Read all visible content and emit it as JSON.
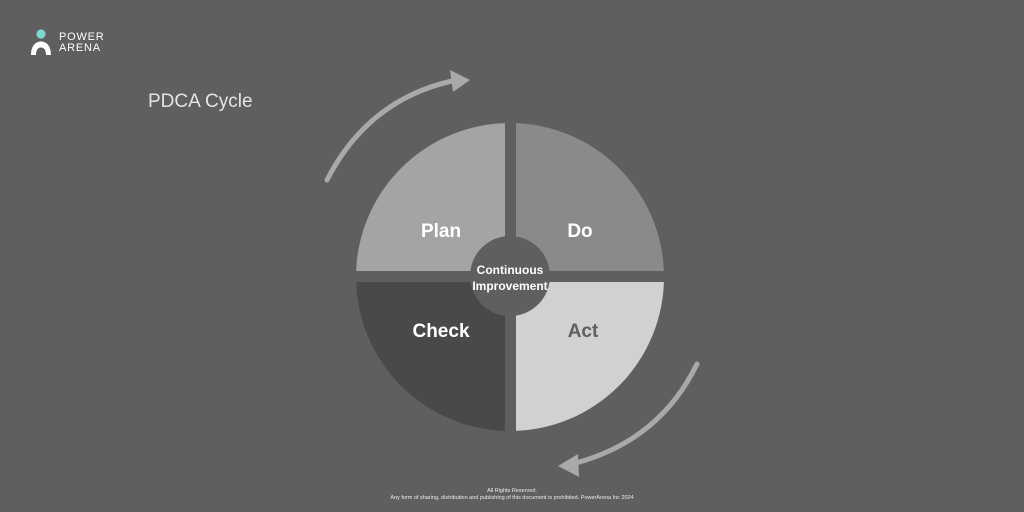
{
  "brand": {
    "logo_line1": "POWER",
    "logo_line2": "ARENA",
    "logo_accent_color": "#7ed6d3"
  },
  "title": "PDCA Cycle",
  "diagram": {
    "center_text_line1": "Continuous",
    "center_text_line2": "Improvement",
    "quadrants": [
      {
        "label": "Plan",
        "position": "top-left",
        "color": "#a4a4a4",
        "text_color": "#ffffff"
      },
      {
        "label": "Do",
        "position": "top-right",
        "color": "#8a8a8a",
        "text_color": "#ffffff"
      },
      {
        "label": "Check",
        "position": "bottom-left",
        "color": "#494949",
        "text_color": "#ffffff"
      },
      {
        "label": "Act",
        "position": "bottom-right",
        "color": "#d1d1d1",
        "text_color": "#5f5f5f"
      }
    ],
    "center_color": "#5f5f5f",
    "arrow_color": "#a9a9a9",
    "arrows": [
      "clockwise-top-left",
      "clockwise-bottom-right"
    ]
  },
  "footer": {
    "line1": "All Rights Reserved.",
    "line2": "Any form of sharing, distribution and publishing of this document is prohibited. PowerArena Inc 2024"
  }
}
